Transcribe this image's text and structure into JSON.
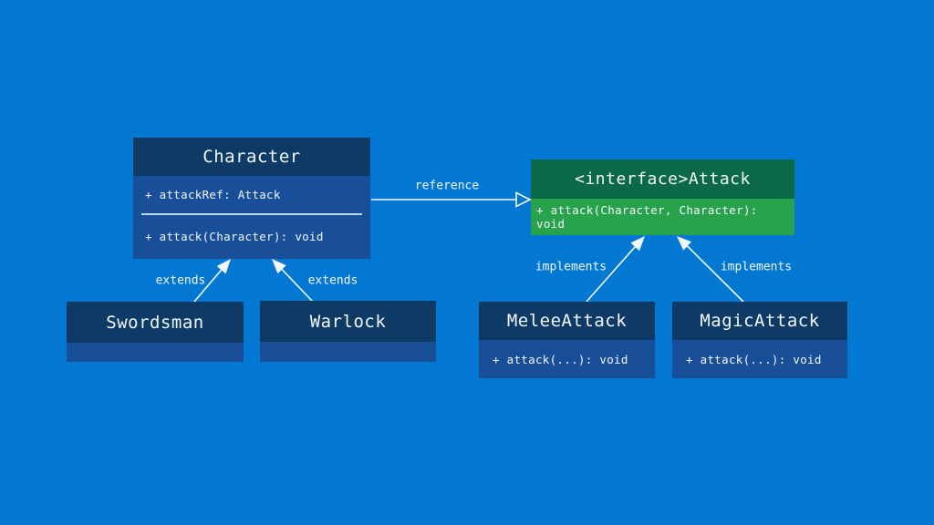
{
  "diagram": {
    "type": "uml-class-diagram",
    "colors": {
      "background": "#0378d2",
      "class_header": "#0e3a66",
      "class_body": "#184f98",
      "interface_header": "#0c6947",
      "interface_body": "#28a24c",
      "text": "#f2f7fc",
      "arrow": "#f2f7fc"
    },
    "nodes": {
      "character": {
        "title": "Character",
        "attribute": "+ attackRef: Attack",
        "method": "+ attack(Character): void"
      },
      "attack_interface": {
        "title": "<interface>Attack",
        "method": "+ attack(Character, Character): void"
      },
      "swordsman": {
        "title": "Swordsman"
      },
      "warlock": {
        "title": "Warlock"
      },
      "melee_attack": {
        "title": "MeleeAttack",
        "method": "+ attack(...): void"
      },
      "magic_attack": {
        "title": "MagicAttack",
        "method": "+ attack(...): void"
      }
    },
    "edges": {
      "reference": {
        "label": "reference",
        "from": "Character",
        "to": "<interface>Attack",
        "head": "open-triangle"
      },
      "extends_left": {
        "label": "extends",
        "from": "Swordsman",
        "to": "Character",
        "head": "filled-triangle"
      },
      "extends_right": {
        "label": "extends",
        "from": "Warlock",
        "to": "Character",
        "head": "filled-triangle"
      },
      "implements_left": {
        "label": "implements",
        "from": "MeleeAttack",
        "to": "<interface>Attack",
        "head": "filled-triangle"
      },
      "implements_right": {
        "label": "implements",
        "from": "MagicAttack",
        "to": "<interface>Attack",
        "head": "filled-triangle"
      }
    }
  }
}
